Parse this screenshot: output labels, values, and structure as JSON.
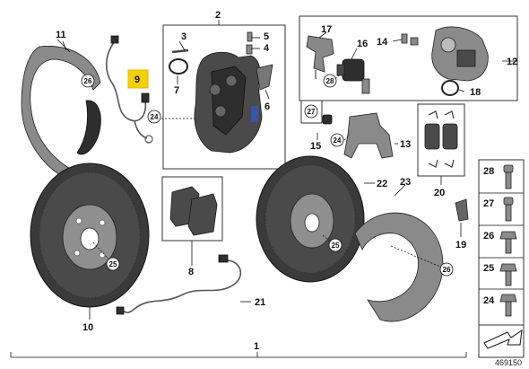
{
  "callouts": {
    "c1": "1",
    "c2": "2",
    "c3": "3",
    "c4": "4",
    "c5": "5",
    "c6": "6",
    "c7": "7",
    "c8": "8",
    "c9": "9",
    "c10": "10",
    "c11": "11",
    "c12": "12",
    "c13": "13",
    "c14": "14",
    "c15": "15",
    "c16": "16",
    "c17": "17",
    "c18": "18",
    "c19": "19",
    "c20": "20",
    "c21": "21",
    "c22": "22",
    "c23": "23"
  },
  "circled": {
    "n24": "24",
    "n25": "25",
    "n26": "26",
    "n27": "27",
    "n28": "28"
  },
  "hardware_column": [
    "28",
    "27",
    "26",
    "25",
    "24"
  ],
  "diagram_id": "469150",
  "colors": {
    "highlight": "#f5d000",
    "line": "#111111",
    "part": "#4a4a4a",
    "background": "#ffffff"
  },
  "icons": {
    "view_arrow": "arrow-icon"
  }
}
